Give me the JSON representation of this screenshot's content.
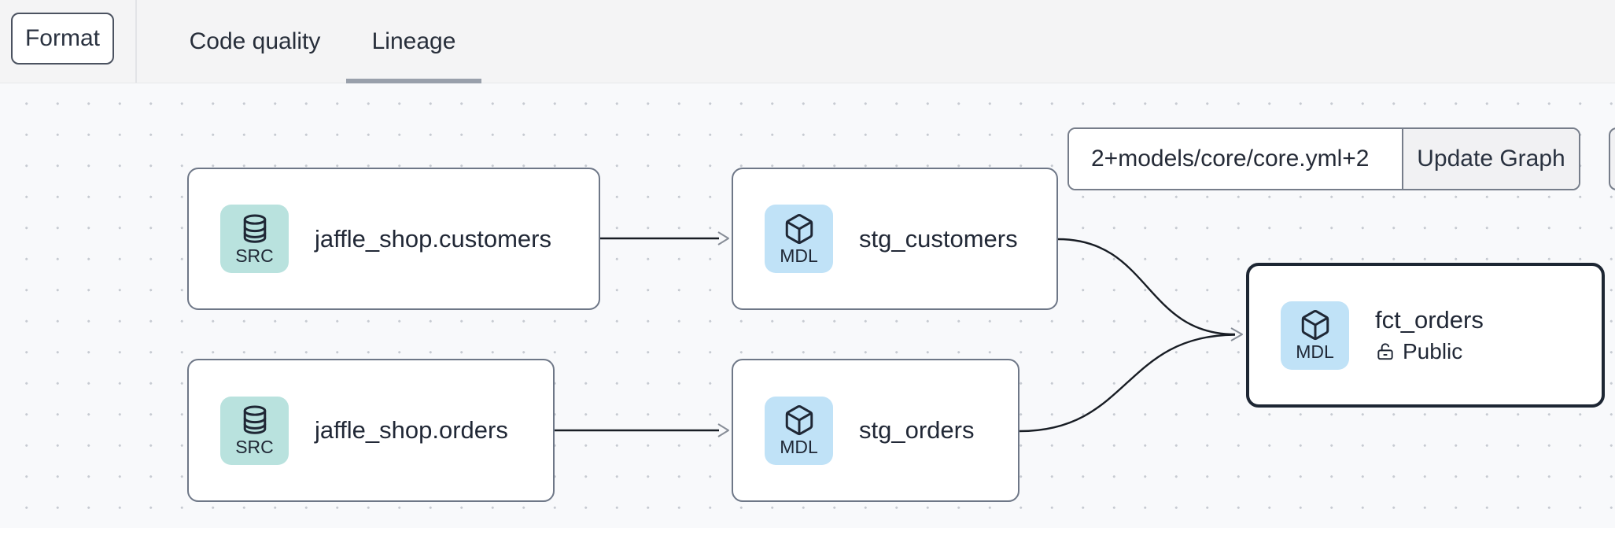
{
  "header": {
    "format_button": "Format",
    "tabs": [
      {
        "label": "Code quality",
        "active": false
      },
      {
        "label": "Lineage",
        "active": true
      }
    ]
  },
  "selector": {
    "value": "2+models/core/core.yml+2",
    "update_button": "Update Graph"
  },
  "nodes": [
    {
      "label": "jaffle_shop.customers",
      "badge": "SRC",
      "type": "source",
      "selected": false
    },
    {
      "label": "stg_customers",
      "badge": "MDL",
      "type": "model",
      "selected": false
    },
    {
      "label": "jaffle_shop.orders",
      "badge": "SRC",
      "type": "source",
      "selected": false
    },
    {
      "label": "stg_orders",
      "badge": "MDL",
      "type": "model",
      "selected": false
    },
    {
      "label": "fct_orders",
      "badge": "MDL",
      "type": "model",
      "access": "Public",
      "selected": true
    }
  ],
  "edges": [
    {
      "from": "jaffle_shop.customers",
      "to": "stg_customers"
    },
    {
      "from": "jaffle_shop.orders",
      "to": "stg_orders"
    },
    {
      "from": "stg_customers",
      "to": "fct_orders"
    },
    {
      "from": "stg_orders",
      "to": "fct_orders"
    }
  ],
  "colors": {
    "header_bg": "#f4f4f5",
    "canvas_bg": "#f8f9fb",
    "dot": "#c7cbd2",
    "node_border": "#6e7787",
    "selected_node_border": "#1d2633",
    "source_badge_bg": "#b9e2de",
    "model_badge_bg": "#c0e2f7",
    "edge": "#181d24",
    "arrowhead": "#878d97",
    "text": "#212836",
    "active_tab_underline": "#99a0ab"
  }
}
